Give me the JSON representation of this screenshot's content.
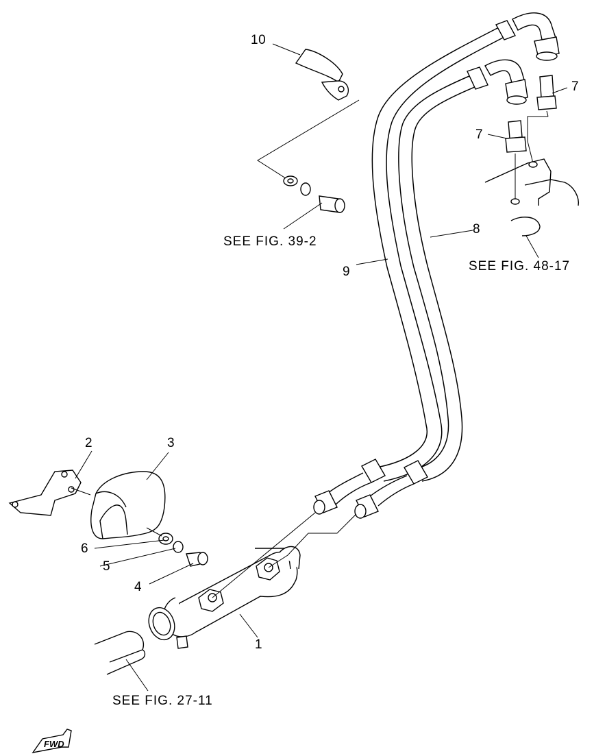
{
  "diagram": {
    "part_numbers": {
      "p1": "1",
      "p2": "2",
      "p3": "3",
      "p4": "4",
      "p5": "5",
      "p6": "6",
      "p7a": "7",
      "p7b": "7",
      "p8": "8",
      "p9": "9",
      "p10": "10"
    },
    "references": {
      "fig_39_2": "SEE FIG. 39-2",
      "fig_48_17": "SEE FIG. 48-17",
      "fig_27_11": "SEE FIG. 27-11"
    },
    "fwd_symbol": "FWD"
  },
  "colors": {
    "ink": "#000000",
    "paper": "#ffffff"
  }
}
